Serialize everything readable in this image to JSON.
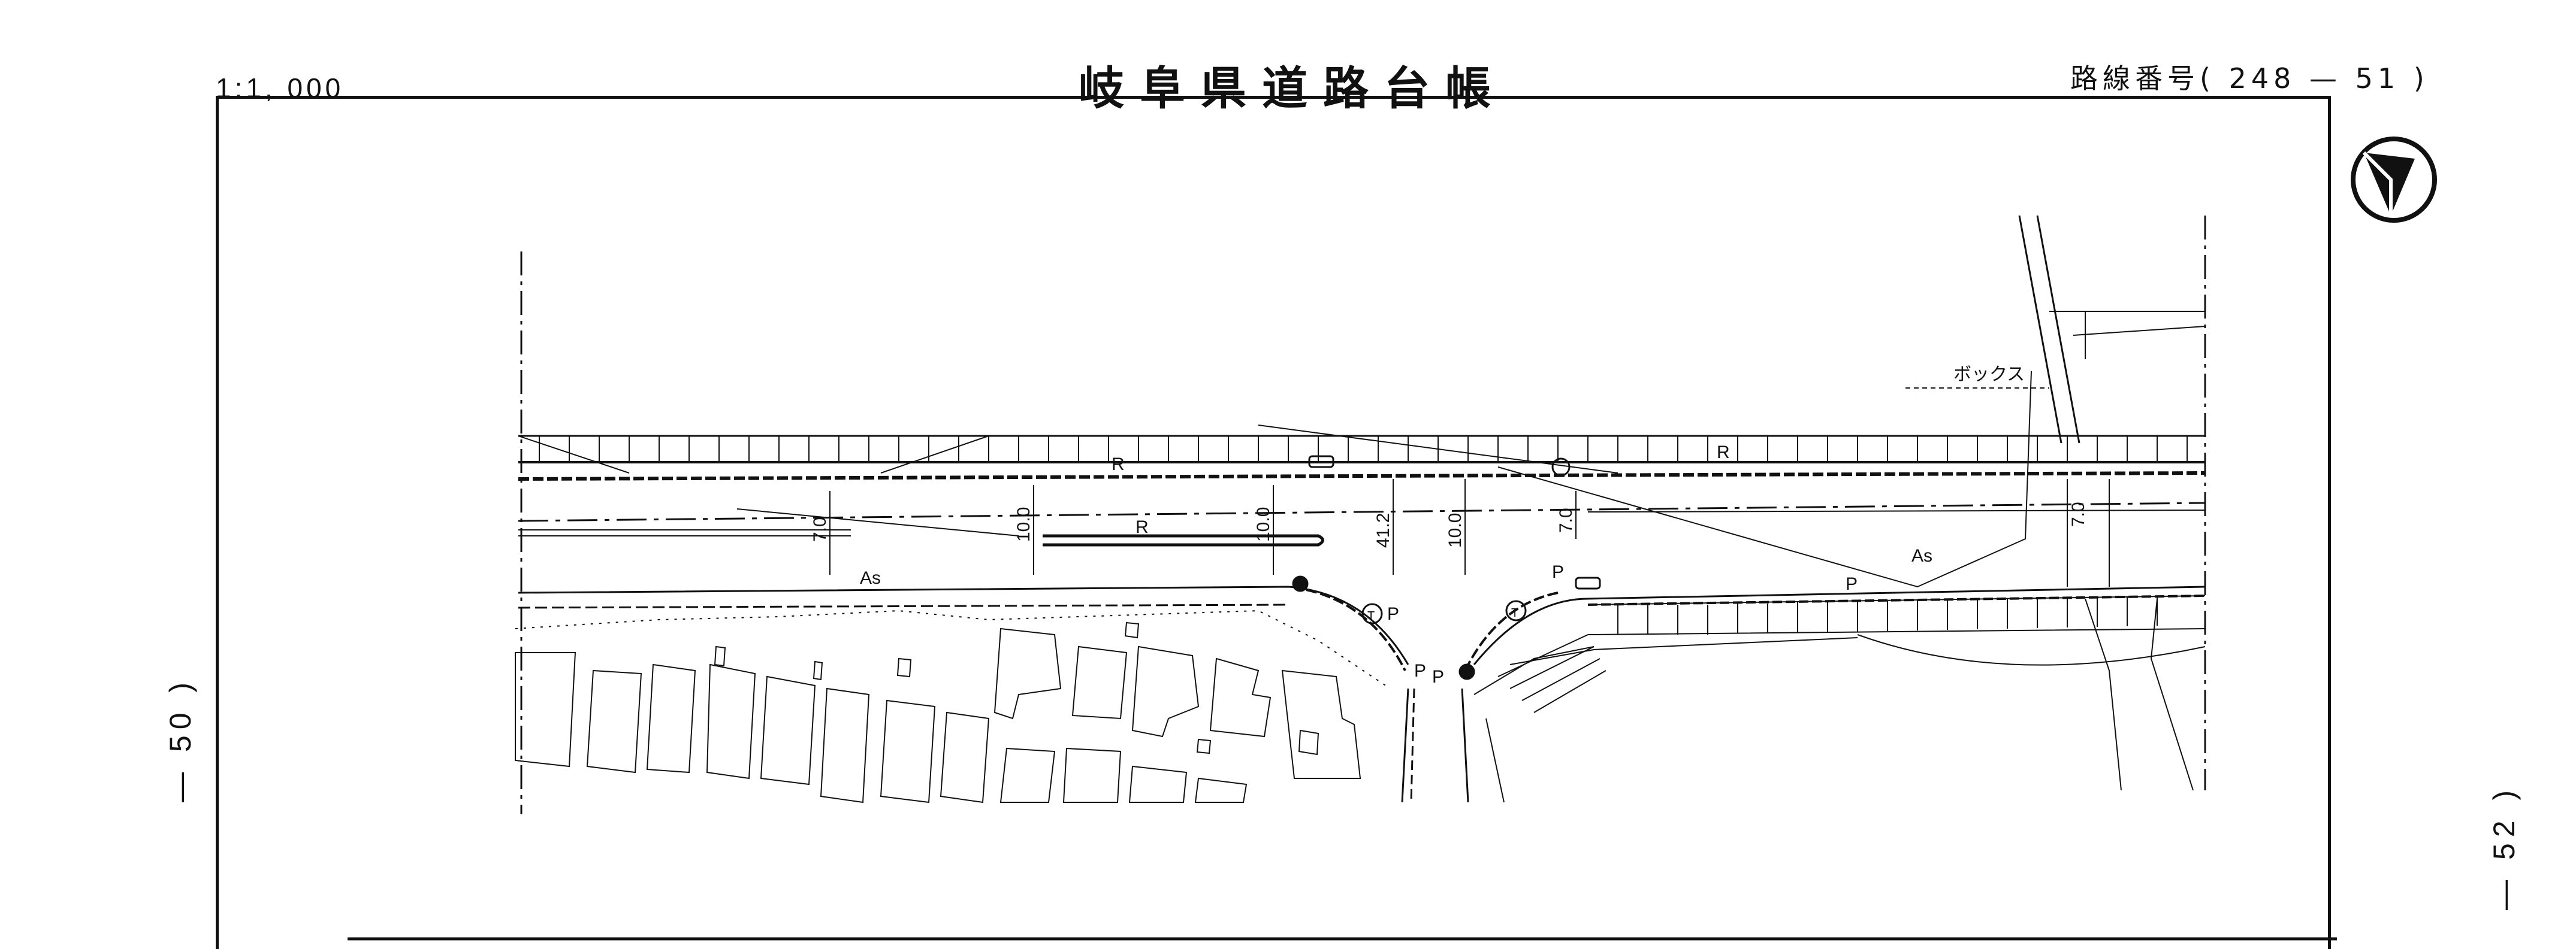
{
  "header": {
    "scale": "1:1, 000",
    "title": "岐阜県道路台帳",
    "route_label": "路線番号",
    "route_open": "(",
    "route_no": "248",
    "route_dash": "—",
    "route_sub": "51",
    "route_close": ")"
  },
  "sheet": {
    "prev": "— 50 )",
    "next": "— 52 )"
  },
  "map": {
    "labels": {
      "box": "ボックス",
      "as_left": "As",
      "as_right": "As",
      "r_top_left": "R",
      "r_top_right": "R",
      "r_median": "R",
      "p1": "P",
      "p2": "P",
      "p3": "P",
      "p4": "P",
      "p5": "P"
    },
    "dims": {
      "d1": "7.0",
      "d2": "10.0",
      "d3": "10.0",
      "d4": "41.2",
      "d5": "10.0",
      "d6": "7.0",
      "d7": "7.0"
    },
    "symbols": {
      "t1": "T",
      "t2": "T"
    }
  }
}
